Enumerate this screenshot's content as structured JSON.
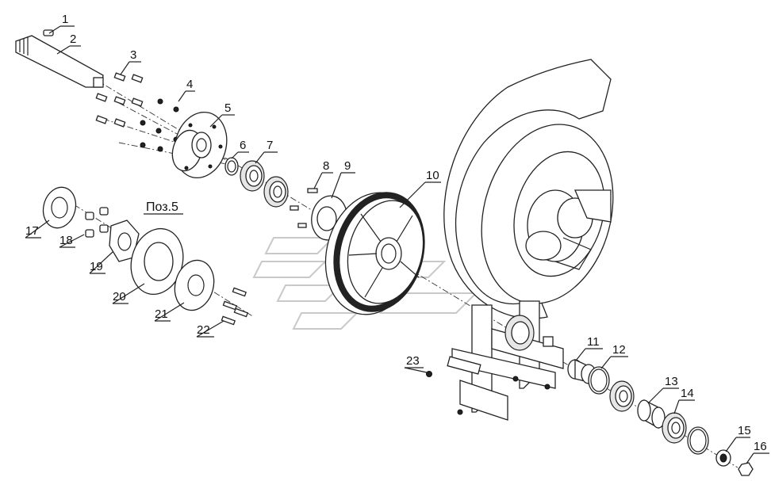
{
  "callouts": [
    "1",
    "2",
    "3",
    "4",
    "5",
    "6",
    "7",
    "8",
    "9",
    "10",
    "11",
    "12",
    "13",
    "14",
    "15",
    "16",
    "17",
    "18",
    "19",
    "20",
    "21",
    "22",
    "23"
  ],
  "detail_label": "Поз.5"
}
